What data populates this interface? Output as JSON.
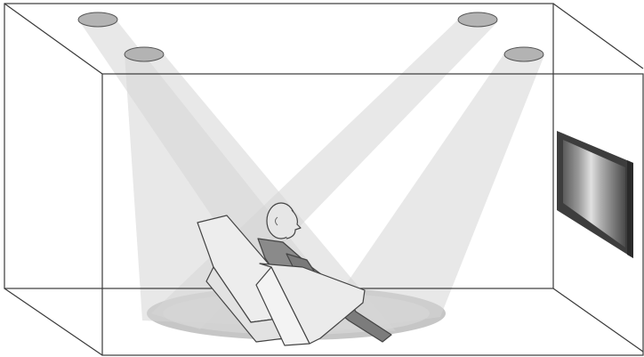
{
  "colors": {
    "background": "#ffffff",
    "room_outline": "#3a3a3a",
    "speaker_fill": "#b3b3b3",
    "speaker_edge": "#555555",
    "beam_fill": "#d9d9d9",
    "floor_ellipse_outer": "#bdbdbd",
    "floor_ellipse_inner": "#d4d4d4",
    "chair_fill": "#efefef",
    "chair_edge": "#444444",
    "person_skin": "#e6e6e6",
    "person_clothes": "#8a8a8a",
    "tv_frame": "#3d3d3d",
    "tv_screen_dark": "#5a5a5a",
    "tv_screen_light": "#dcdcdc"
  },
  "components": {
    "speakers": [
      "ceiling-speaker",
      "ceiling-speaker",
      "ceiling-speaker",
      "ceiling-speaker"
    ],
    "display": "wall-mounted-tv",
    "seat": "recliner-chair",
    "listener": "seated-person"
  }
}
